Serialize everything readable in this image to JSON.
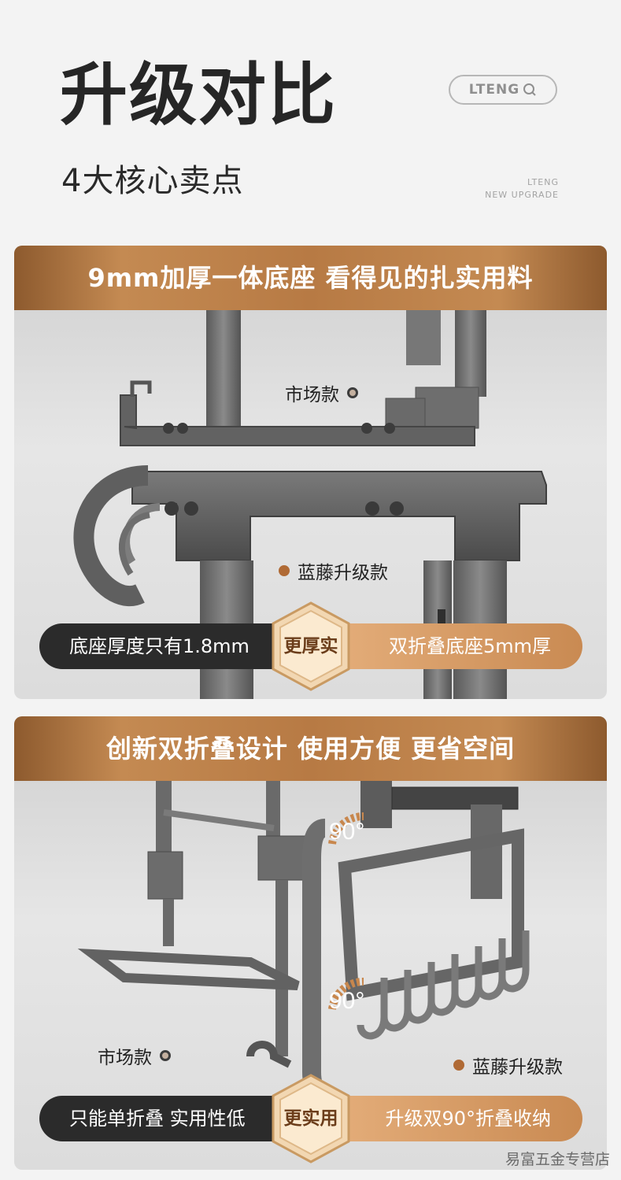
{
  "header": {
    "title": "升级对比",
    "subtitle": "4大核心卖点",
    "search_label": "LTENG",
    "brand_line1": "LTENG",
    "brand_line2": "NEW UPGRADE"
  },
  "section1": {
    "banner": "9mm加厚一体底座 看得见的扎实用料",
    "market_label": "市场款",
    "upgrade_label": "蓝藤升级款",
    "compare_left": "底座厚度只有1.8mm",
    "badge": "更厚实",
    "compare_right": "双折叠底座5mm厚"
  },
  "section2": {
    "banner": "创新双折叠设计 使用方便 更省空间",
    "angle_top": "90°",
    "angle_bottom": "90°",
    "market_label": "市场款",
    "upgrade_label": "蓝藤升级款",
    "compare_left": "只能单折叠 实用性低",
    "badge": "更实用",
    "compare_right": "升级双90°折叠收纳"
  },
  "watermark": "易富五金专营店",
  "colors": {
    "accent": "#c48a52",
    "dark": "#2b2b2b",
    "metal": "#6b6b6b"
  }
}
